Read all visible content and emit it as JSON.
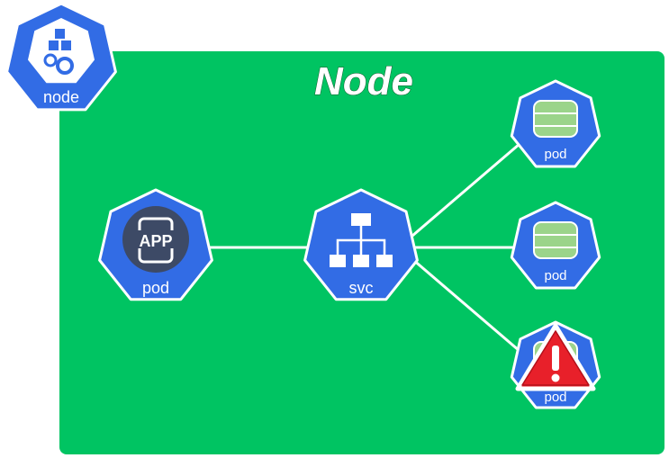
{
  "title": "Node",
  "node_badge": {
    "label": "node",
    "icon": "node-cubes-gears-icon"
  },
  "app_pod": {
    "label": "pod",
    "icon_text": "APP",
    "icon": "mobile-app-icon"
  },
  "service": {
    "label": "svc",
    "icon": "network-tree-icon"
  },
  "db_pods": [
    {
      "label": "pod",
      "icon": "database-icon",
      "status": "ok"
    },
    {
      "label": "pod",
      "icon": "database-icon",
      "status": "ok"
    },
    {
      "label": "pod",
      "icon": "database-icon",
      "status": "warning"
    }
  ],
  "colors": {
    "background": "#00c462",
    "kube_blue": "#326ce5",
    "warning_red": "#e8202a",
    "db_green": "#9bd48a"
  }
}
